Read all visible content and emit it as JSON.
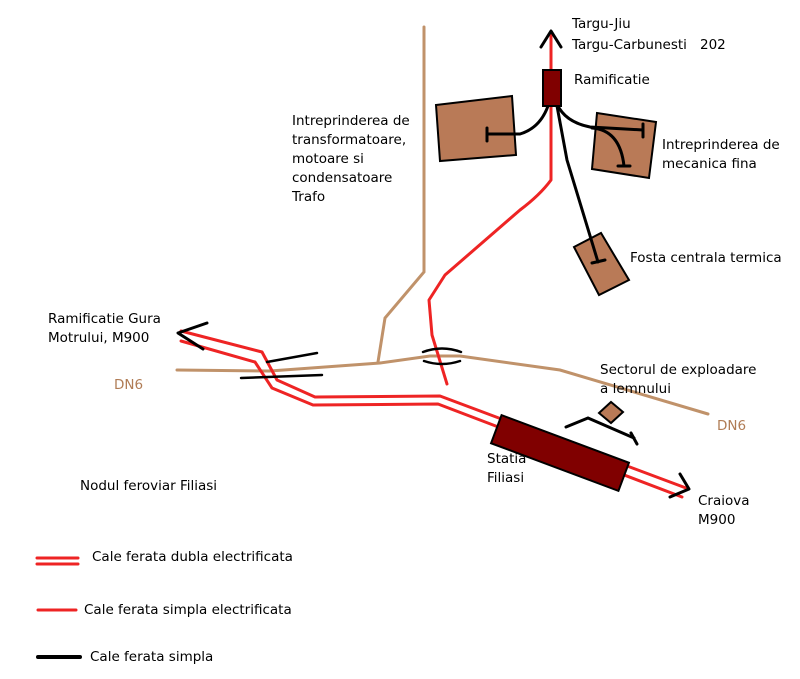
{
  "title": "Nodul feroviar Filiasi",
  "colors": {
    "electrified": "#ee2424",
    "simple": "#000000",
    "road": "#c0926a",
    "station": "#800000",
    "factory_fill": "#b97a57"
  },
  "labels": {
    "targu_jiu": "Targu-Jiu",
    "targu_carbunesti": "Targu-Carbunesti",
    "km_202": "202",
    "ramificatie": "Ramificatie",
    "trafo": [
      "Intreprinderea de",
      "transformatoare,",
      "motoare si",
      "condensatoare",
      "Trafo"
    ],
    "mecanica": [
      "Intreprinderea de",
      "mecanica fina"
    ],
    "centrala": "Fosta centrala termica",
    "gura_motrului": [
      "Ramificatie Gura",
      "Motrului, M900"
    ],
    "dn6_left": "DN6",
    "dn6_right": "DN6",
    "exploadare": [
      "Sectorul de exploadare",
      "a lemnului"
    ],
    "statia": [
      "Statia",
      "Filiasi"
    ],
    "craiova": [
      "Craiova",
      "M900"
    ],
    "nod": "Nodul feroviar Filiasi"
  },
  "legend": [
    {
      "label": "Cale ferata dubla electrificata",
      "type": "double-electrified"
    },
    {
      "label": "Cale ferata simpla electrificata",
      "type": "single-electrified"
    },
    {
      "label": "Cale ferata simpla",
      "type": "single"
    }
  ]
}
